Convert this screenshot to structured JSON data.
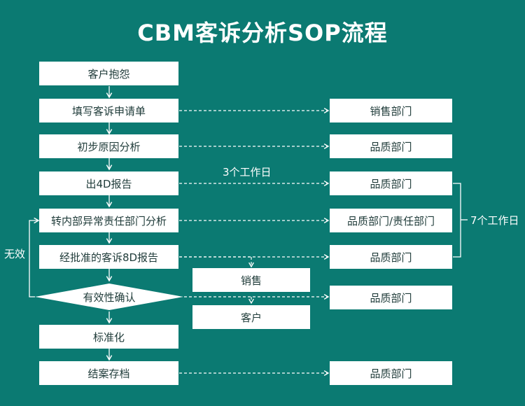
{
  "title": "CBM客诉分析SOP流程",
  "steps": [
    "客户抱怨",
    "填写客诉申请单",
    "初步原因分析",
    "出4D报告",
    "转内部异常责任部门分析",
    "经批准的客诉8D报告",
    "有效性确认",
    "标准化",
    "结案存档"
  ],
  "departments": [
    "销售部门",
    "品质部门",
    "品质部门",
    "品质部门/责任部门",
    "品质部门",
    "品质部门",
    "品质部门"
  ],
  "recipients": [
    "销售",
    "客户"
  ],
  "annotations": {
    "three_days": "3个工作日",
    "seven_days": "7个工作日",
    "invalid": "无效"
  },
  "colors": {
    "background": "#0b7a72",
    "box": "#ffffff",
    "line": "#ffffff"
  }
}
